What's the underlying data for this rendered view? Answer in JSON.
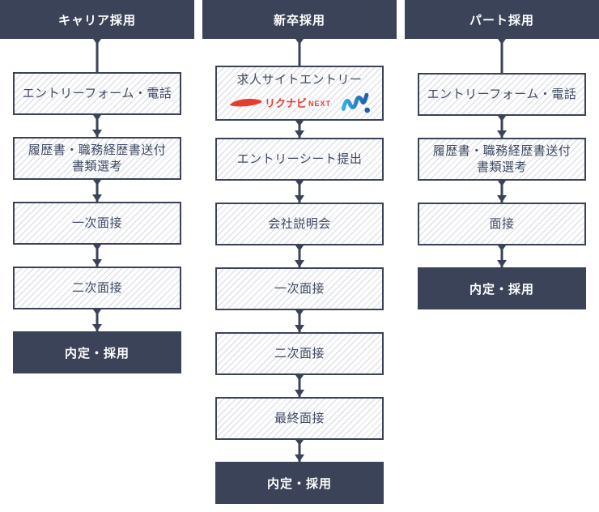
{
  "diagram_title": "recruitment-flow",
  "colors": {
    "navy": "#3a4357",
    "box_text": "#3e4a63",
    "rikunabi_red": "#e63c2f",
    "mynavi_blue_light": "#35aee3",
    "mynavi_blue_dark": "#1c5fad"
  },
  "columns": [
    {
      "header": "キャリア採用",
      "steps": [
        {
          "label": "エントリーフォーム・電話"
        },
        {
          "label": "履歴書・職務経歴書送付",
          "label2": "書類選考"
        },
        {
          "label": "一次面接"
        },
        {
          "label": "二次面接"
        }
      ],
      "final": "内定・採用"
    },
    {
      "header": "新卒採用",
      "steps": [
        {
          "label": "求人サイトエントリー"
        },
        {
          "label": "エントリーシート提出"
        },
        {
          "label": "会社説明会"
        },
        {
          "label": "一次面接"
        },
        {
          "label": "二次面接"
        },
        {
          "label": "最終面接"
        }
      ],
      "final": "内定・採用"
    },
    {
      "header": "パート採用",
      "steps": [
        {
          "label": "エントリーフォーム・電話"
        },
        {
          "label": "履歴書・職務経歴書送付",
          "label2": "書類選考"
        },
        {
          "label": "面接"
        }
      ],
      "final": "内定・採用"
    }
  ],
  "logos": {
    "rikunabi_text": "リクナビ",
    "rikunabi_suffix": "NEXT",
    "mynavi_icon": "mynavi-wave-logo"
  }
}
